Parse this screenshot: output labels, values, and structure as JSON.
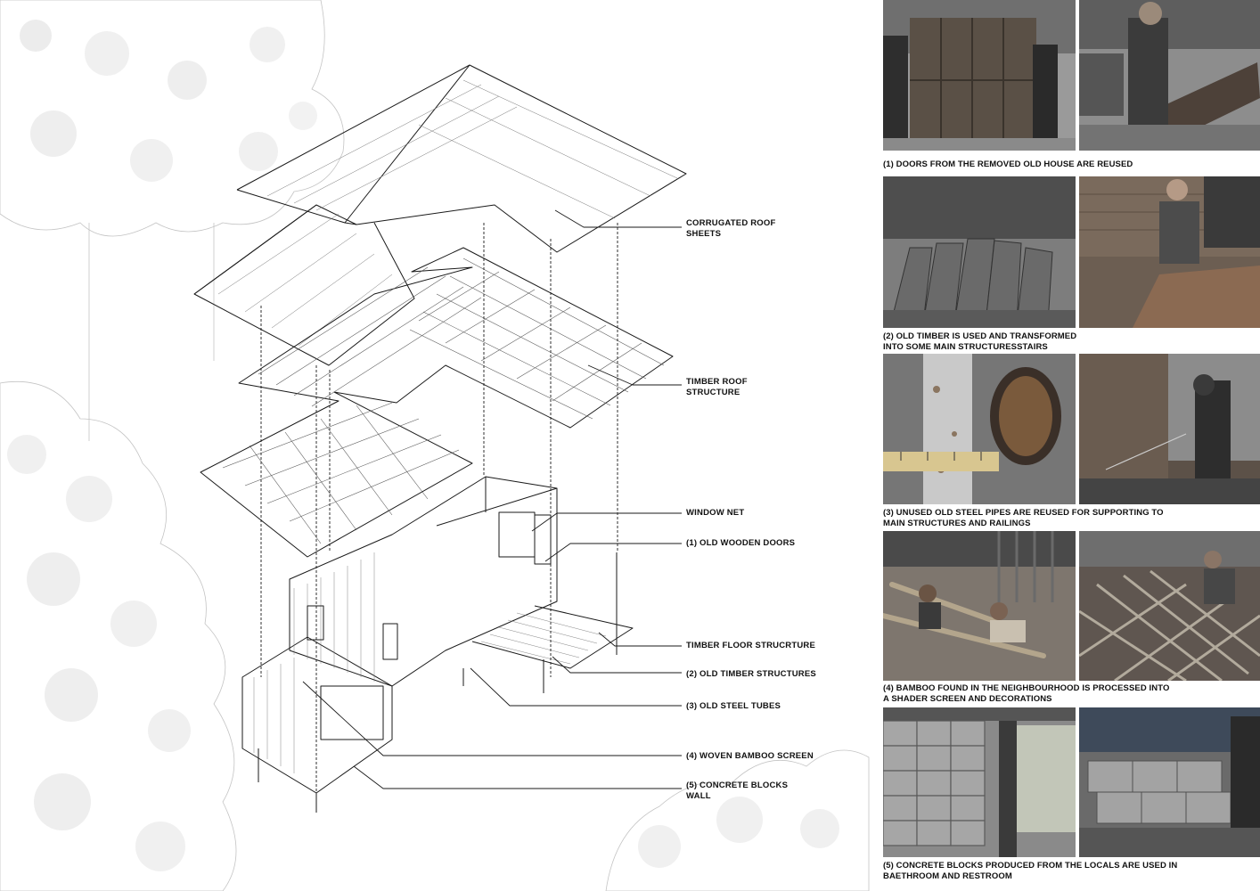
{
  "callouts": [
    {
      "id": "roof-sheets",
      "text": "CORRUGATED ROOF\nSHEETS"
    },
    {
      "id": "roof-structure",
      "text": "TIMBER ROOF\nSTRUCTURE"
    },
    {
      "id": "window-net",
      "text": "WINDOW NET"
    },
    {
      "id": "wooden-doors",
      "text": "(1) OLD WOODEN DOORS"
    },
    {
      "id": "floor-structure",
      "text": "TIMBER FLOOR  STRUCRTURE"
    },
    {
      "id": "timber-structures",
      "text": "(2) OLD TIMBER STRUCTURES"
    },
    {
      "id": "steel-tubes",
      "text": "(3) OLD STEEL TUBES"
    },
    {
      "id": "bamboo-screen",
      "text": "(4) WOVEN BAMBOO SCREEN"
    },
    {
      "id": "concrete-wall",
      "text": "(5) CONCRETE BLOCKS\nWALL"
    }
  ],
  "captions": [
    "(1) DOORS FROM THE REMOVED OLD HOUSE ARE REUSED",
    "(2) OLD TIMBER IS USED AND TRANSFORMED\n INTO SOME MAIN STRUCTURESSTAIRS",
    "(3) UNUSED OLD STEEL PIPES ARE REUSED FOR SUPPORTING TO\nMAIN STRUCTURES AND RAILINGS",
    "(4) BAMBOO FOUND IN THE NEIGHBOURHOOD IS PROCESSED INTO\nA SHADER SCREEN AND DECORATIONS",
    "(5) CONCRETE BLOCKS PRODUCED FROM THE LOCALS ARE USED IN\nBAETHROOM AND RESTROOM"
  ],
  "photos": [
    {
      "row": 1,
      "left": "doors-being-carried-photo",
      "right": "worker-sanding-door-photo"
    },
    {
      "row": 2,
      "left": "old-timber-logs-photo",
      "right": "worker-carving-stair-photo"
    },
    {
      "row": 3,
      "left": "steel-pipe-measuring-photo",
      "right": "welder-working-photo"
    },
    {
      "row": 4,
      "left": "bamboo-processing-photo",
      "right": "bamboo-screen-laying-photo"
    },
    {
      "row": 5,
      "left": "concrete-block-wall-photo",
      "right": "concrete-blocks-stack-photo"
    }
  ],
  "colors": {
    "line": "#1a1a1a",
    "tree": "#bdbdbd",
    "photo_dark": "#3a3a3a",
    "photo_mid": "#7a7a7a",
    "photo_light": "#b8b8b8"
  }
}
